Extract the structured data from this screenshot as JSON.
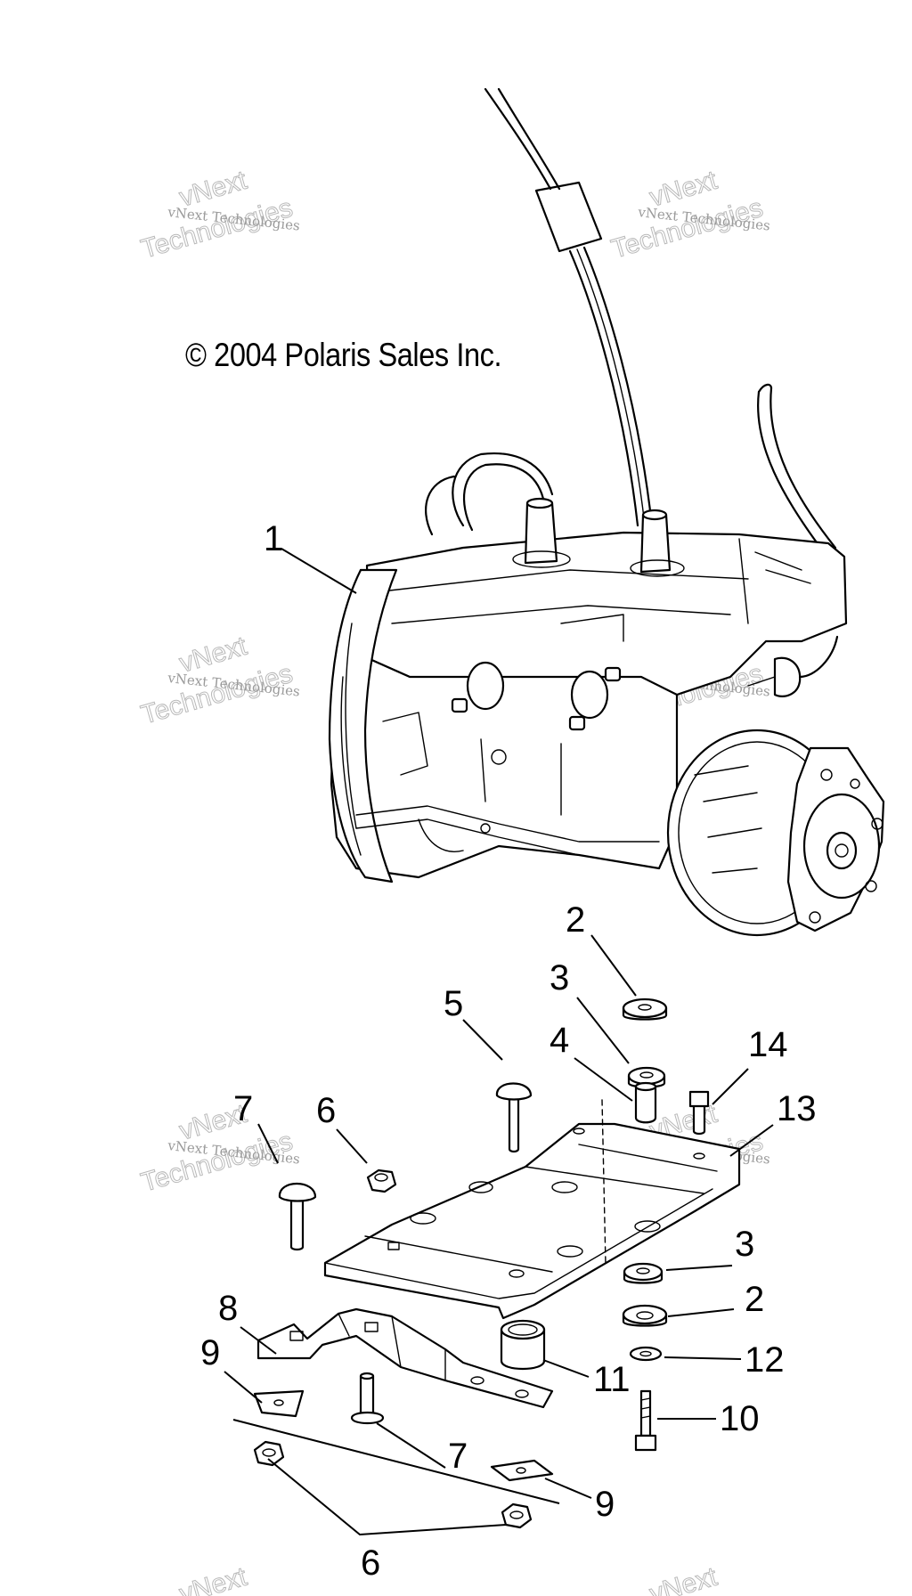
{
  "copyright": "© 2004 Polaris Sales Inc.",
  "watermark": {
    "line1": "vNext Technologies",
    "line2_top": "vNext",
    "line2_bottom": "Technologies"
  },
  "callouts": {
    "c1": "1",
    "c2a": "2",
    "c3a": "3",
    "c4": "4",
    "c5": "5",
    "c14": "14",
    "c7a": "7",
    "c6a": "6",
    "c13": "13",
    "c3b": "3",
    "c2b": "2",
    "c8": "8",
    "c12": "12",
    "c9a": "9",
    "c11": "11",
    "c10": "10",
    "c7b": "7",
    "c9b": "9",
    "c6b": "6"
  }
}
